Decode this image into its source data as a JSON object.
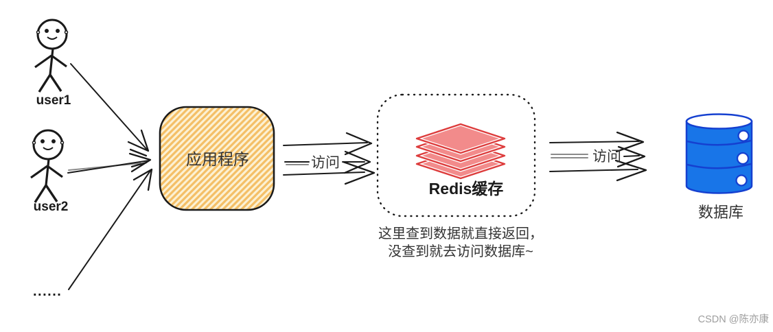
{
  "diagram": {
    "users": [
      {
        "label": "user1"
      },
      {
        "label": "user2"
      },
      {
        "label": "......"
      }
    ],
    "app": {
      "label": "应用程序"
    },
    "edges": {
      "app_to_redis_label": "访问",
      "redis_to_db_label": "访问"
    },
    "redis": {
      "label": "Redis缓存",
      "caption_line1": "这里查到数据就直接返回，",
      "caption_line2": "没查到就去访问数据库~"
    },
    "database": {
      "label": "数据库"
    },
    "watermark": "CSDN @陈亦康"
  },
  "colors": {
    "app-bg": "#FCF1D3",
    "app-stripe": "#F4BF66",
    "redis-fill": "#F28B8B",
    "redis-stroke": "#DD3C3C",
    "db-fill": "#1875E8",
    "db-stroke": "#1540D0",
    "ink": "#1A1A1A",
    "label-text": "#1A1A1A",
    "caption-text": "#333333",
    "watermark": "#9E9E9E"
  }
}
